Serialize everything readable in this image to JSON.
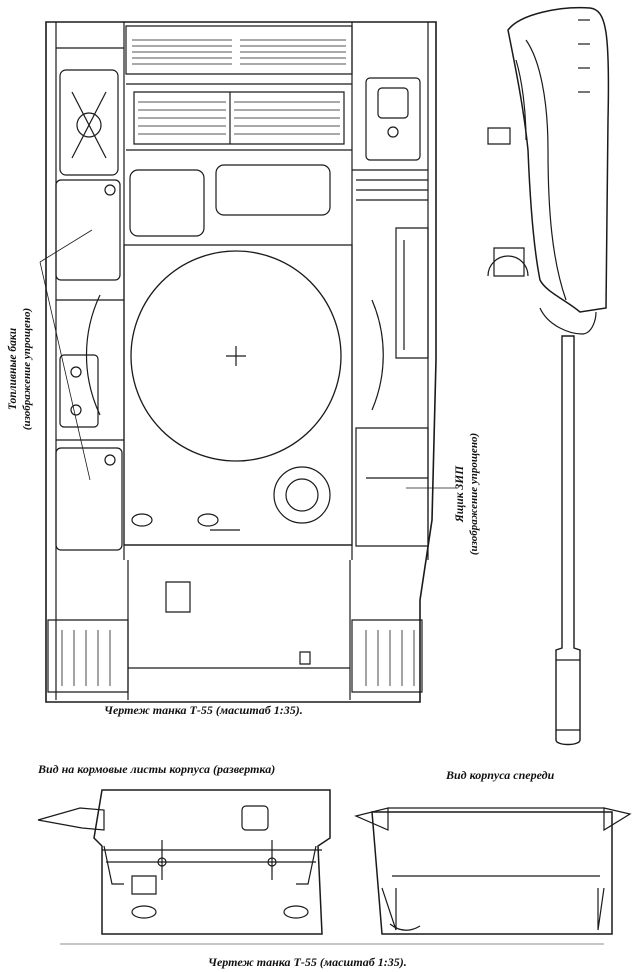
{
  "captions": {
    "top_view": "Чертеж танка Т-55 (масштаб 1:35).",
    "rear_view": "Вид на кормовые листы корпуса (развертка)",
    "front_view": "Вид корпуса спереди",
    "bottom": "Чертеж танка Т-55 (масштаб 1:35)."
  },
  "labels": {
    "fuel_tanks_title": "Топливные баки",
    "fuel_tanks_note": "(изображение упрощено)",
    "zip_box_title": "Ящик ЗИП",
    "zip_box_note": "(изображение упрощено)"
  }
}
